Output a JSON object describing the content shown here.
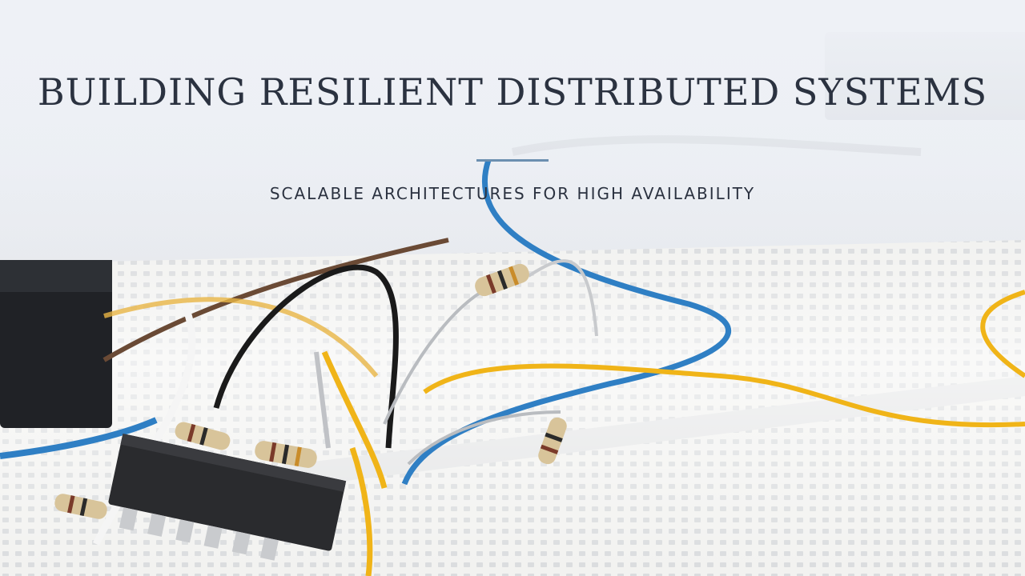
{
  "slide": {
    "title": "BUILDING RESILIENT DISTRIBUTED SYSTEMS",
    "subtitle": "SCALABLE ARCHITECTURES FOR HIGH AVAILABILITY"
  },
  "colors": {
    "text": "#2b3240",
    "divider": "#6c8fb0",
    "wire_blue": "#2f7fc4",
    "wire_yellow": "#f0b418",
    "wire_black": "#1c1c1c",
    "breadboard": "#f4f4f2"
  },
  "background_image": {
    "subject": "breadboard-circuit-photo"
  }
}
